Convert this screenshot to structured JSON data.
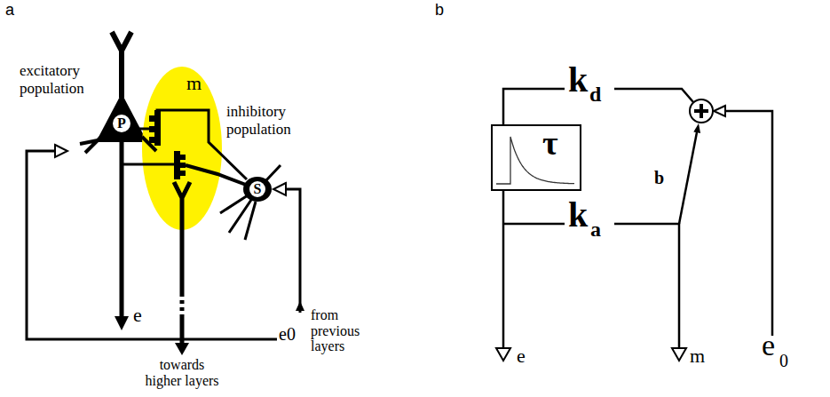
{
  "diagram": {
    "nodes": [
      {
        "text": [
          "P"
        ]
      },
      {
        "text": [
          "m"
        ]
      },
      {
        "text": [
          "S"
        ]
      },
      {
        "text": [
          "τ"
        ]
      }
    ],
    "labels": [
      "a",
      "excitatory population",
      "e",
      "e0",
      "from previous layers",
      "towards higher layers",
      "inhibitory population",
      "b",
      "k",
      "d",
      "k",
      "a",
      "b",
      "e",
      "m",
      "e",
      "0"
    ]
  }
}
